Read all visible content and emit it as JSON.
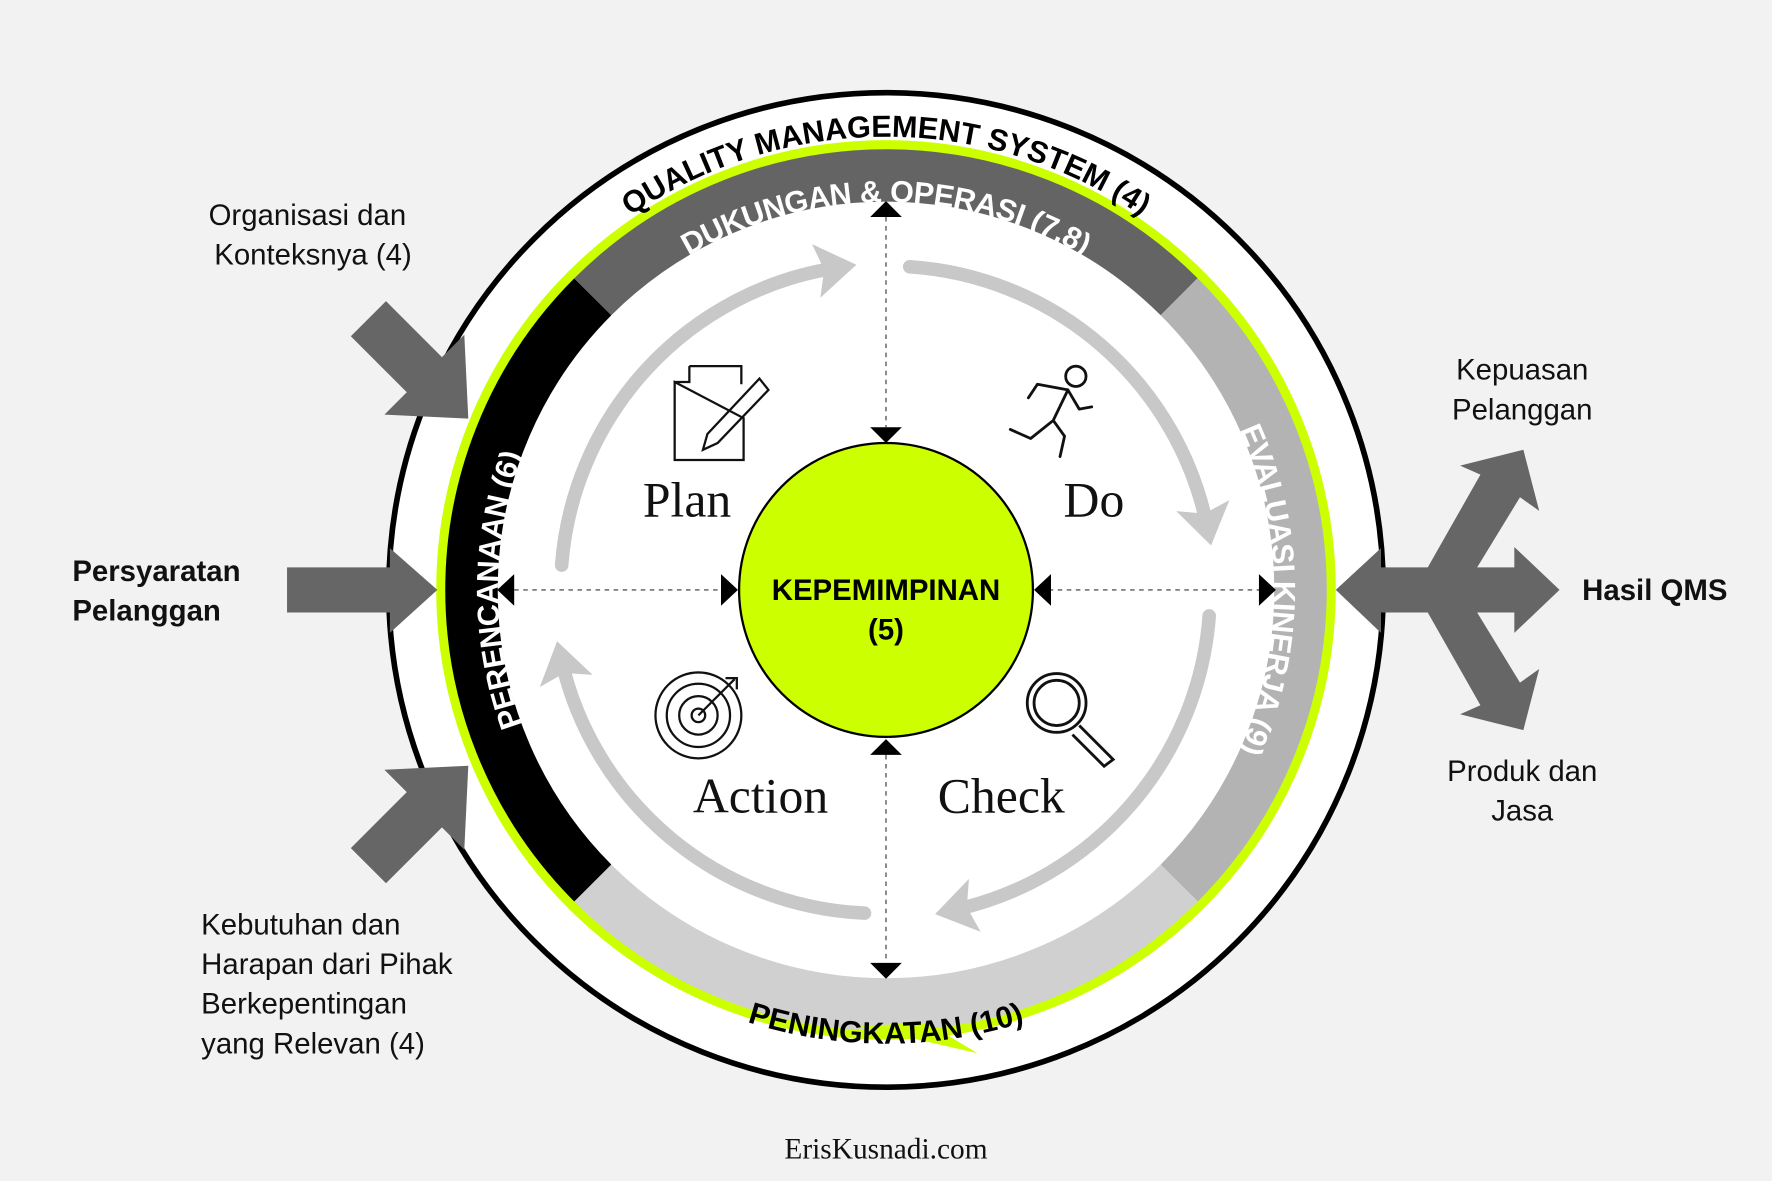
{
  "title": "QUALITY MANAGEMENT  SYSTEM (4)",
  "bands": {
    "support": "DUKUNGAN & OPERASI (7,8)",
    "evaluation": "EVALUASI KINERJA (9)",
    "improvement": "PENINGKATAN (10)",
    "planning": "PERENCANAAN (6)"
  },
  "center": {
    "line1": "KEPEMIMPINAN",
    "line2": "(5)"
  },
  "pdca": {
    "plan": "Plan",
    "do": "Do",
    "check": "Check",
    "action": "Action"
  },
  "inputs": {
    "org": [
      "Organisasi dan",
      "Konteksnya (4)"
    ],
    "customer": [
      "Persyaratan",
      "Pelanggan"
    ],
    "parties": [
      "Kebutuhan dan",
      "Harapan dari Pihak",
      "Berkepentingan",
      "yang Relevan  (4)"
    ]
  },
  "outputs": {
    "satisfaction": [
      "Kepuasan",
      "Pelanggan"
    ],
    "result": "Hasil QMS",
    "products": [
      "Produk dan",
      "Jasa"
    ]
  },
  "footer": "ErisKusnadi.com",
  "colors": {
    "accent": "#ccff00",
    "dark": "#666666",
    "band_top": "#646464",
    "band_right": "#b3b3b3",
    "band_bottom": "#d0d0d0",
    "band_left": "#000000",
    "cycle": "#c8c8c8"
  }
}
